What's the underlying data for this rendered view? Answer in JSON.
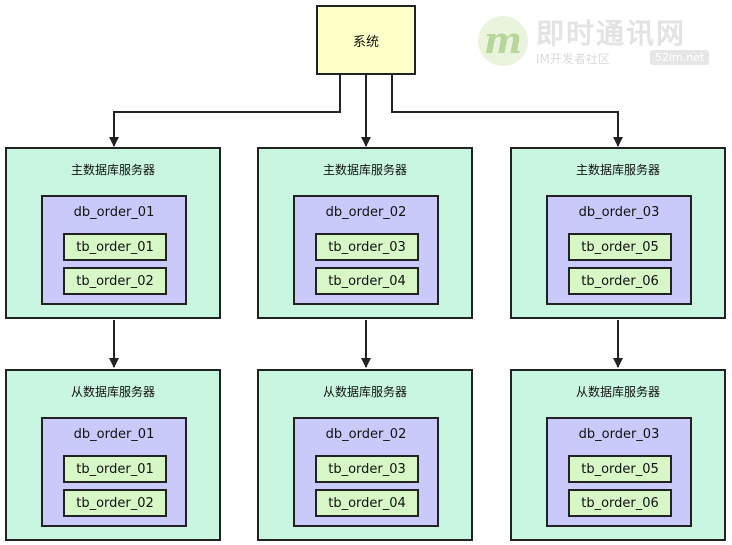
{
  "system": {
    "label": "系统"
  },
  "watermark": {
    "logo_letter": "m",
    "title": "即时通讯网",
    "subtitle": "IM开发者社区",
    "badge": "52im.net"
  },
  "columns": [
    {
      "master": {
        "label": "主数据库服务器",
        "db": "db_order_01",
        "tables": [
          "tb_order_01",
          "tb_order_02"
        ]
      },
      "slave": {
        "label": "从数据库服务器",
        "db": "db_order_01",
        "tables": [
          "tb_order_01",
          "tb_order_02"
        ]
      }
    },
    {
      "master": {
        "label": "主数据库服务器",
        "db": "db_order_02",
        "tables": [
          "tb_order_03",
          "tb_order_04"
        ]
      },
      "slave": {
        "label": "从数据库服务器",
        "db": "db_order_02",
        "tables": [
          "tb_order_03",
          "tb_order_04"
        ]
      }
    },
    {
      "master": {
        "label": "主数据库服务器",
        "db": "db_order_03",
        "tables": [
          "tb_order_05",
          "tb_order_06"
        ]
      },
      "slave": {
        "label": "从数据库服务器",
        "db": "db_order_03",
        "tables": [
          "tb_order_05",
          "tb_order_06"
        ]
      }
    }
  ],
  "colors": {
    "system_fill": "#ffffc8",
    "server_fill": "#c9f6e0",
    "db_fill": "#c9c9fa",
    "table_fill": "#d7f7c6",
    "stroke": "#222222"
  }
}
